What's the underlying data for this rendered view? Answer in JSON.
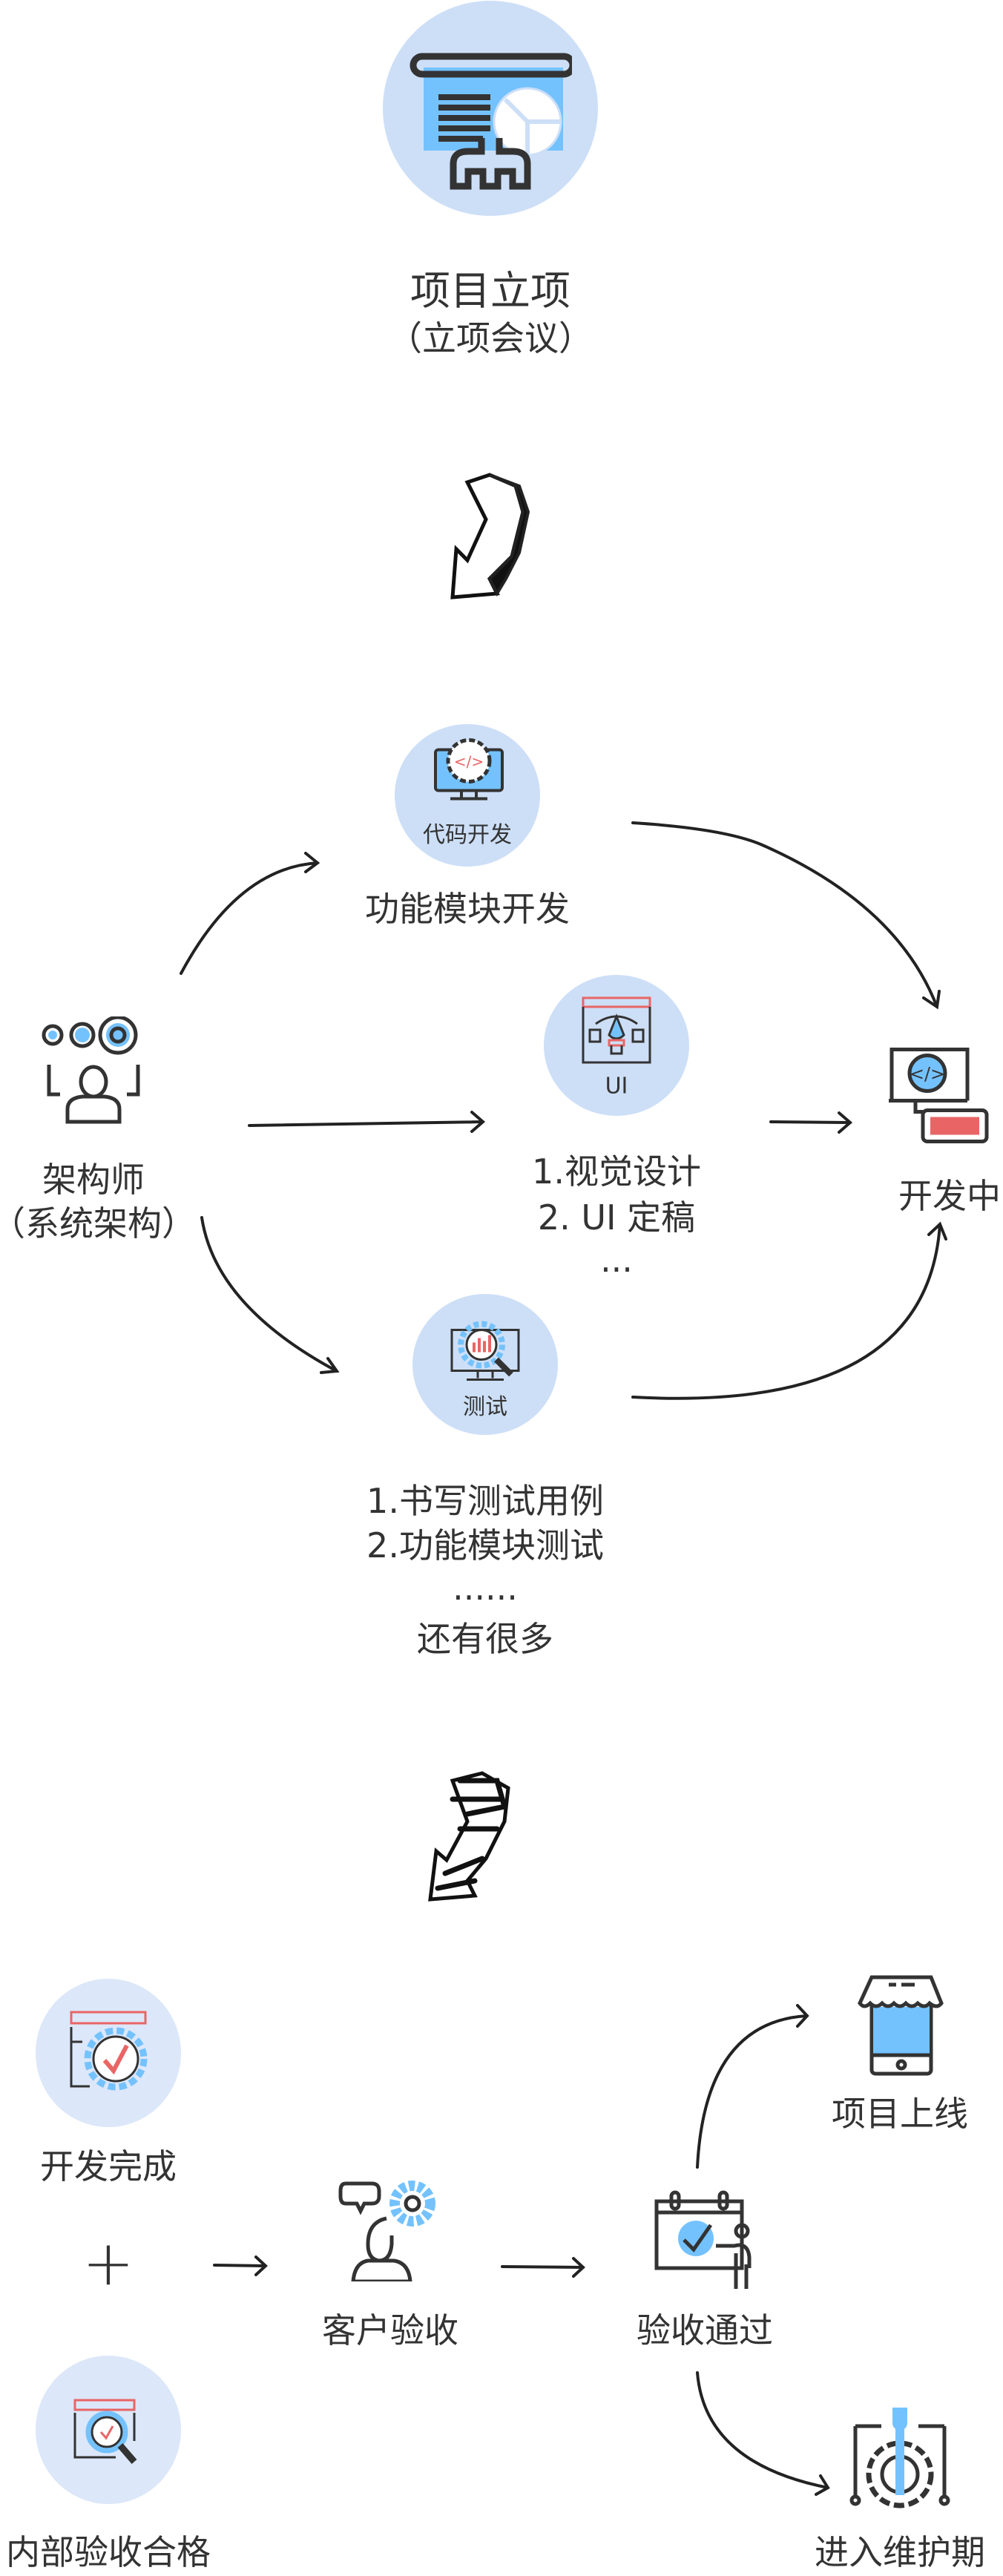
{
  "colors": {
    "circle": "#cddff7",
    "accent_blue": "#74c2fd",
    "accent_red": "#e96565",
    "stroke": "#333333"
  },
  "stage1": {
    "title": "项目立项",
    "subtitle": "（立项会议）",
    "icon": "presentation-board-icon"
  },
  "architect": {
    "title": "架构师",
    "subtitle": "（系统架构）",
    "icon": "architect-team-icon"
  },
  "branches": [
    {
      "circle_label": "代码开发",
      "icon": "code-gear-monitor-icon",
      "lines": [
        "功能模块开发"
      ]
    },
    {
      "circle_label": "UI",
      "icon": "ui-design-pen-icon",
      "lines": [
        "1.视觉设计",
        "2. UI 定稿",
        "..."
      ]
    },
    {
      "circle_label": "测试",
      "icon": "test-analytics-icon",
      "lines": [
        "1.书写测试用例",
        "2.功能模块测试",
        "......",
        "还有很多"
      ]
    }
  ],
  "developing": {
    "label": "开发中",
    "icon": "code-computer-icon"
  },
  "stage3": {
    "dev_done": {
      "label": "开发完成",
      "icon": "settings-check-icon"
    },
    "plus": "+",
    "internal": {
      "label": "内部验收合格",
      "icon": "search-check-icon"
    },
    "customer": {
      "label": "客户验收",
      "icon": "customer-support-icon"
    },
    "passed": {
      "label": "验收通过",
      "icon": "calendar-check-presenter-icon"
    },
    "online": {
      "label": "项目上线",
      "icon": "mobile-store-icon"
    },
    "maintenance": {
      "label": "进入维护期",
      "icon": "wrench-gear-icon"
    }
  }
}
